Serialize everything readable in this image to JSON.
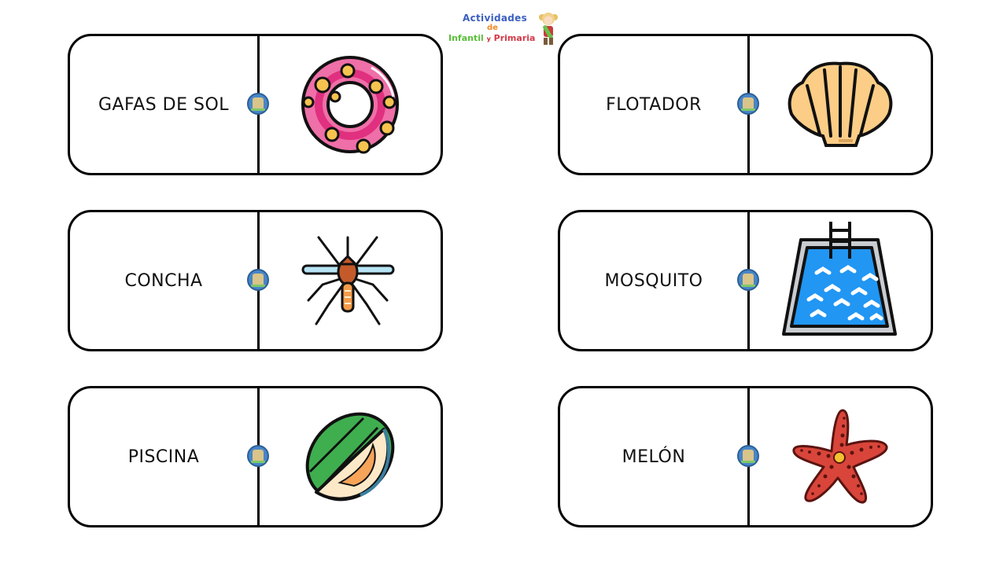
{
  "header": {
    "logo": {
      "line1": "Actividades",
      "line2": "de",
      "line3_a": "Infantil",
      "line3_b": "y",
      "line3_c": "Primaria"
    }
  },
  "colors": {
    "card_border": "#000000",
    "badge": "#4a86c5",
    "logo_blue": "#3b5fc0",
    "logo_orange": "#f08a2a",
    "logo_green": "#5cbf3a",
    "logo_red": "#d33a4a"
  },
  "cards": [
    {
      "word": "GAFAS DE SOL",
      "image": "swim-ring-icon"
    },
    {
      "word": "FLOTADOR",
      "image": "seashell-icon"
    },
    {
      "word": "CONCHA",
      "image": "mosquito-icon"
    },
    {
      "word": "MOSQUITO",
      "image": "swimming-pool-icon"
    },
    {
      "word": "PISCINA",
      "image": "melon-icon"
    },
    {
      "word": "MELÓN",
      "image": "starfish-icon"
    }
  ]
}
